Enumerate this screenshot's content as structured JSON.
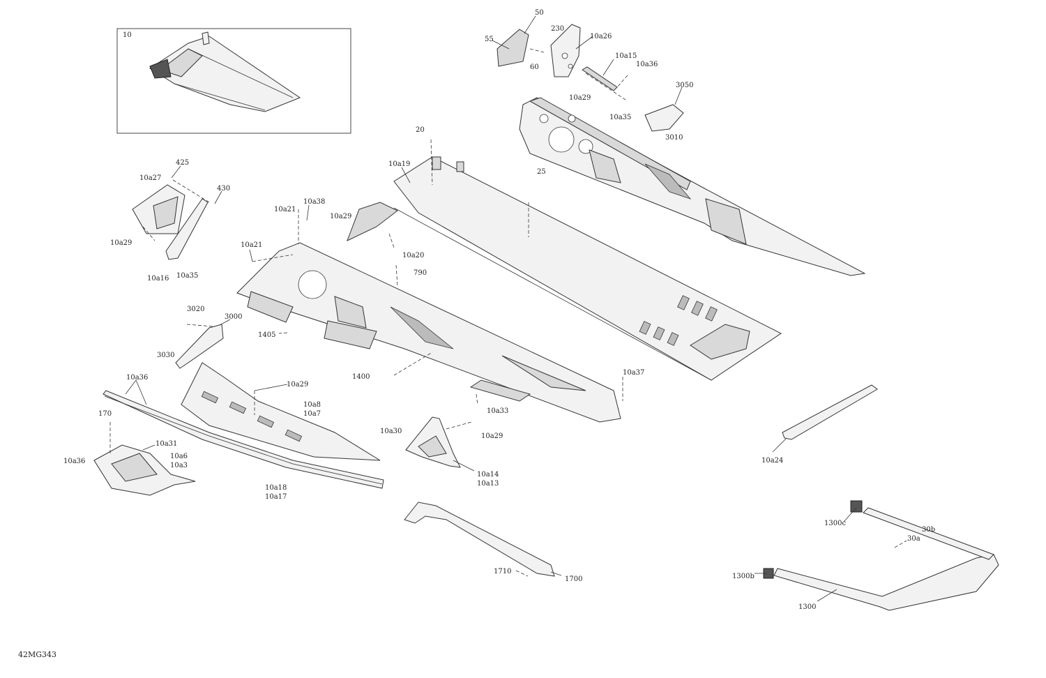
{
  "diagram_code": "42MG343",
  "labels": {
    "l10": "10",
    "l50": "50",
    "l55": "55",
    "l230": "230",
    "l60": "60",
    "l10a26": "10a26",
    "l10a15": "10a15",
    "l10a36_top": "10a36",
    "l10a29_top": "10a29",
    "l10a35_top": "10a35",
    "l3050": "3050",
    "l3010": "3010",
    "l20": "20",
    "l10a19": "10a19",
    "l25": "25",
    "l425": "425",
    "l10a27": "10a27",
    "l430": "430",
    "l10a29_left": "10a29",
    "l10a16": "10a16",
    "l10a35_left": "10a35",
    "l10a21_a": "10a21",
    "l10a38": "10a38",
    "l10a29_mid": "10a29",
    "l10a21_b": "10a21",
    "l10a20": "10a20",
    "l790": "790",
    "l3020": "3020",
    "l3000": "3000",
    "l1405": "1405",
    "l3030": "3030",
    "l1400": "1400",
    "l10a37": "10a37",
    "l10a36_a": "10a36",
    "l10a29_b": "10a29",
    "l10a33": "10a33",
    "l10a8": "10a8",
    "l10a7": "10a7",
    "l170": "170",
    "l10a31": "10a31",
    "l10a6": "10a6",
    "l10a3": "10a3",
    "l10a36_b": "10a36",
    "l10a18": "10a18",
    "l10a17": "10a17",
    "l10a30": "10a30",
    "l10a29_c": "10a29",
    "l10a14": "10a14",
    "l10a13": "10a13",
    "l10a24": "10a24",
    "l1710": "1710",
    "l1700": "1700",
    "l1300c": "1300c",
    "l30b": "30b",
    "l30a": "30a",
    "l1300b": "1300b",
    "l1300": "1300"
  }
}
